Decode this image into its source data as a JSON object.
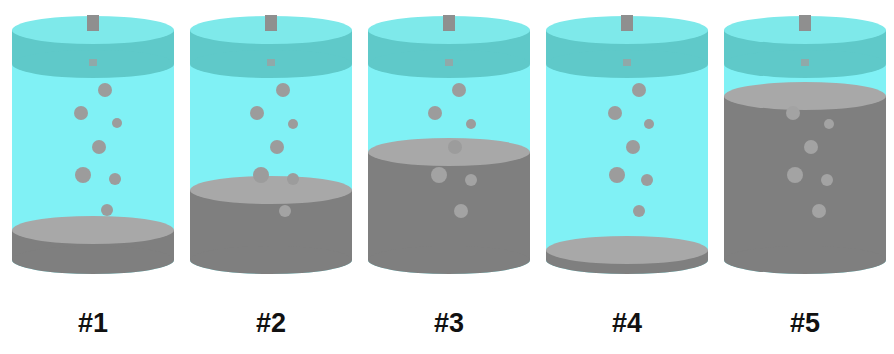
{
  "diagram": {
    "labels": [
      "#1",
      "#2",
      "#3",
      "#4",
      "#5"
    ]
  }
}
